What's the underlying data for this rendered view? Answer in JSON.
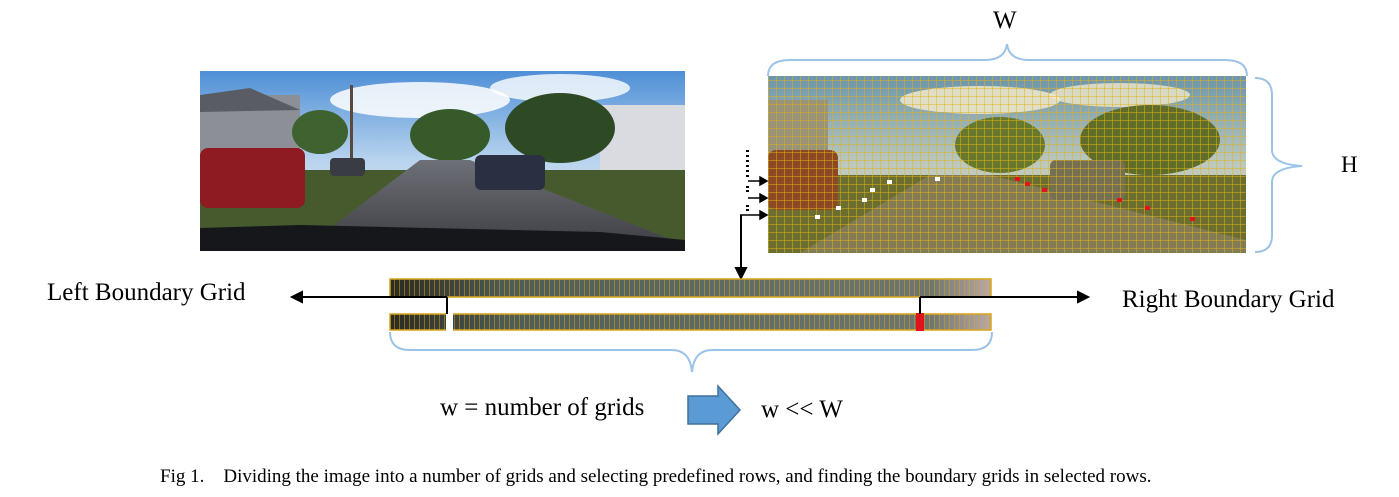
{
  "figure": {
    "label_W": "W",
    "label_H": "H",
    "left_boundary": "Left Boundary Grid",
    "right_boundary": "Right Boundary Grid",
    "w_definition": "w = number of grids",
    "w_relation": "w << W",
    "caption": "Fig 1.    Dividing the image into a number of grids and selecting predefined rows, and finding the boundary grids in selected rows."
  },
  "colors": {
    "grid_line": "#e3b21a",
    "brace": "#9dc3e6",
    "arrow_fill": "#5b9bd5",
    "boundary_marker": "#e0141a"
  },
  "icons": [
    "block-right-arrow-icon"
  ]
}
